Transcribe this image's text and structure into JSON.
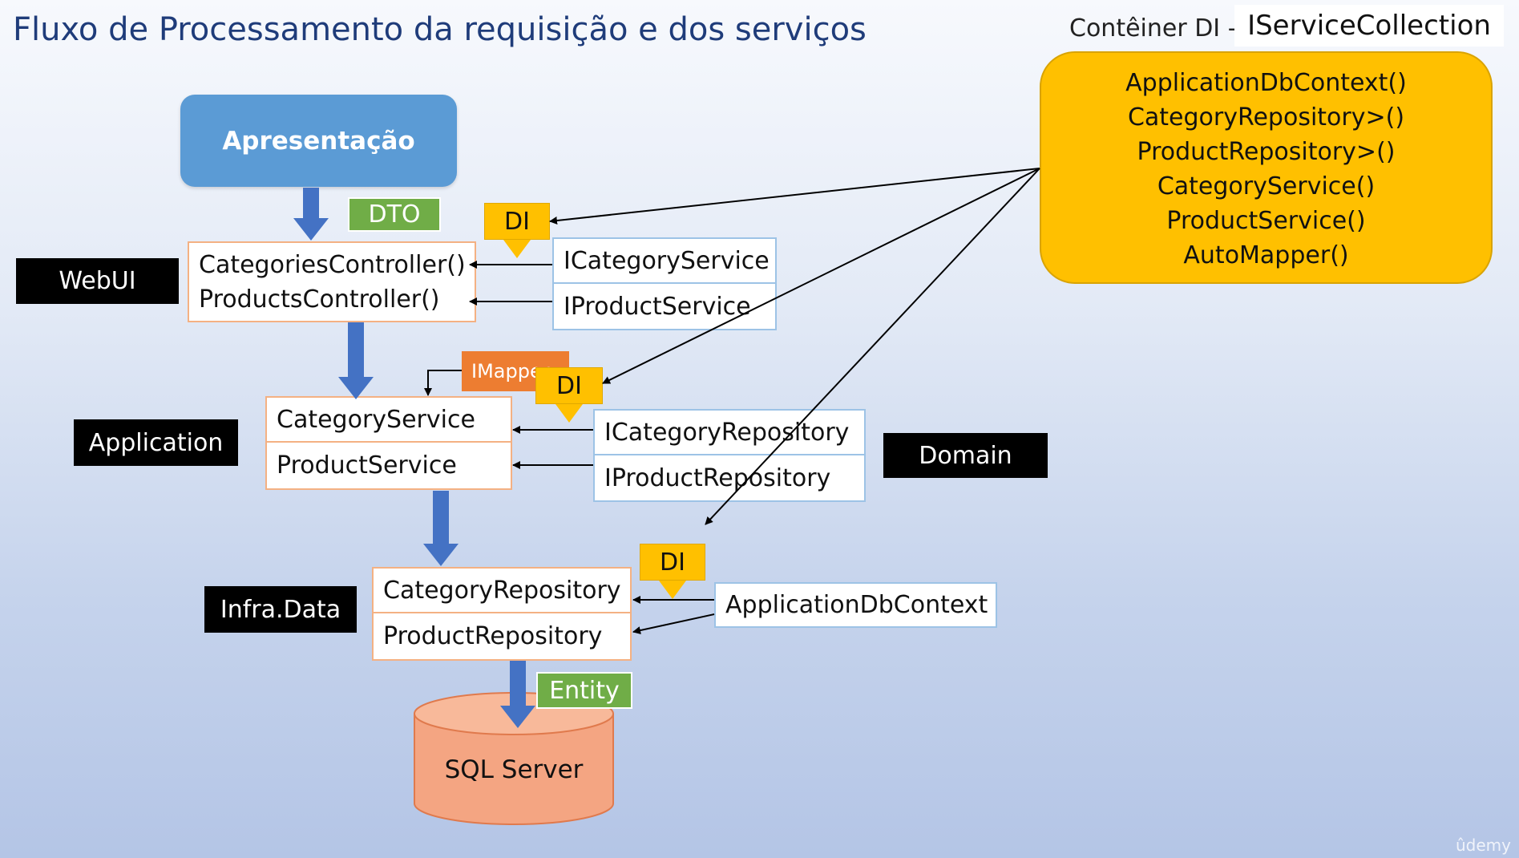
{
  "title": "Fluxo de Processamento da requisição e dos serviços",
  "di_container": {
    "label": "Contêiner DI -",
    "collection": "IServiceCollection",
    "items": [
      "ApplicationDbContext()",
      "CategoryRepository>()",
      "ProductRepository>()",
      "CategoryService()",
      "ProductService()",
      "AutoMapper()"
    ]
  },
  "presentation": "Apresentação",
  "tags": {
    "dto": "DTO",
    "entity": "Entity",
    "imapper": "IMapper",
    "di": "DI"
  },
  "layers": {
    "webui": "WebUI",
    "application": "Application",
    "domain": "Domain",
    "infra": "Infra.Data"
  },
  "webui_box": [
    "CategoriesController()",
    "ProductsController()"
  ],
  "service_interfaces": [
    "ICategoryService",
    "IProductService"
  ],
  "application_box": [
    "CategoryService",
    "ProductService"
  ],
  "repository_interfaces": [
    "ICategoryRepository",
    "IProductRepository"
  ],
  "infra_box": [
    "CategoryRepository",
    "ProductRepository"
  ],
  "db_context": "ApplicationDbContext",
  "database": "SQL Server",
  "watermark": "ûdemy",
  "colors": {
    "title": "#1f3c7a",
    "presentation": "#5b9bd5",
    "container": "#ffc000",
    "tag_green": "#70ad47",
    "tag_orange": "#ed7d31",
    "flow_arrow": "#4472c4",
    "database": "#f4a582"
  }
}
